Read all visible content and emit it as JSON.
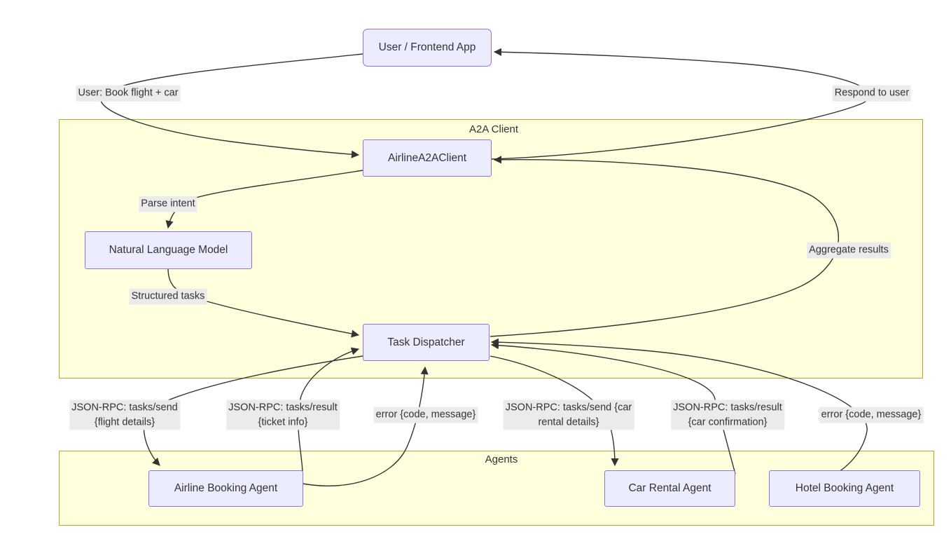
{
  "diagram": {
    "title": "A2A agent orchestration flowchart",
    "colors": {
      "cluster_fill": "#ffffde",
      "cluster_border": "#aaaa33",
      "node_fill": "#ececff",
      "node_border": "#9370db",
      "edge_stroke": "#333333",
      "label_bg": "#ebebeb",
      "text": "#333333"
    },
    "clusters": [
      {
        "id": "a2a-client",
        "label": "A2A Client"
      },
      {
        "id": "agents",
        "label": "Agents"
      }
    ],
    "nodes": [
      {
        "id": "user-frontend-app",
        "label": "User / Frontend App"
      },
      {
        "id": "airline-a2a-client",
        "label": "AirlineA2AClient"
      },
      {
        "id": "natural-language-model",
        "label": "Natural Language Model"
      },
      {
        "id": "task-dispatcher",
        "label": "Task Dispatcher"
      },
      {
        "id": "airline-booking-agent",
        "label": "Airline Booking Agent"
      },
      {
        "id": "car-rental-agent",
        "label": "Car Rental Agent"
      },
      {
        "id": "hotel-booking-agent",
        "label": "Hotel Booking Agent"
      }
    ],
    "edge_labels": [
      {
        "id": "user-book-flight-car",
        "text": "User: Book flight + car"
      },
      {
        "id": "respond-to-user",
        "text": "Respond to user"
      },
      {
        "id": "parse-intent",
        "text": "Parse intent"
      },
      {
        "id": "structured-tasks",
        "text": "Structured tasks"
      },
      {
        "id": "aggregate-results",
        "text": "Aggregate results"
      },
      {
        "id": "tasks-send-flight",
        "text": "JSON-RPC: tasks/send\n{flight details}"
      },
      {
        "id": "tasks-result-ticket",
        "text": "JSON-RPC: tasks/result\n{ticket info}"
      },
      {
        "id": "error-left",
        "text": "error {code, message}"
      },
      {
        "id": "tasks-send-car",
        "text": "JSON-RPC: tasks/send {car\nrental details}"
      },
      {
        "id": "tasks-result-car",
        "text": "JSON-RPC: tasks/result\n{car confirmation}"
      },
      {
        "id": "error-right",
        "text": "error {code, message}"
      }
    ]
  }
}
